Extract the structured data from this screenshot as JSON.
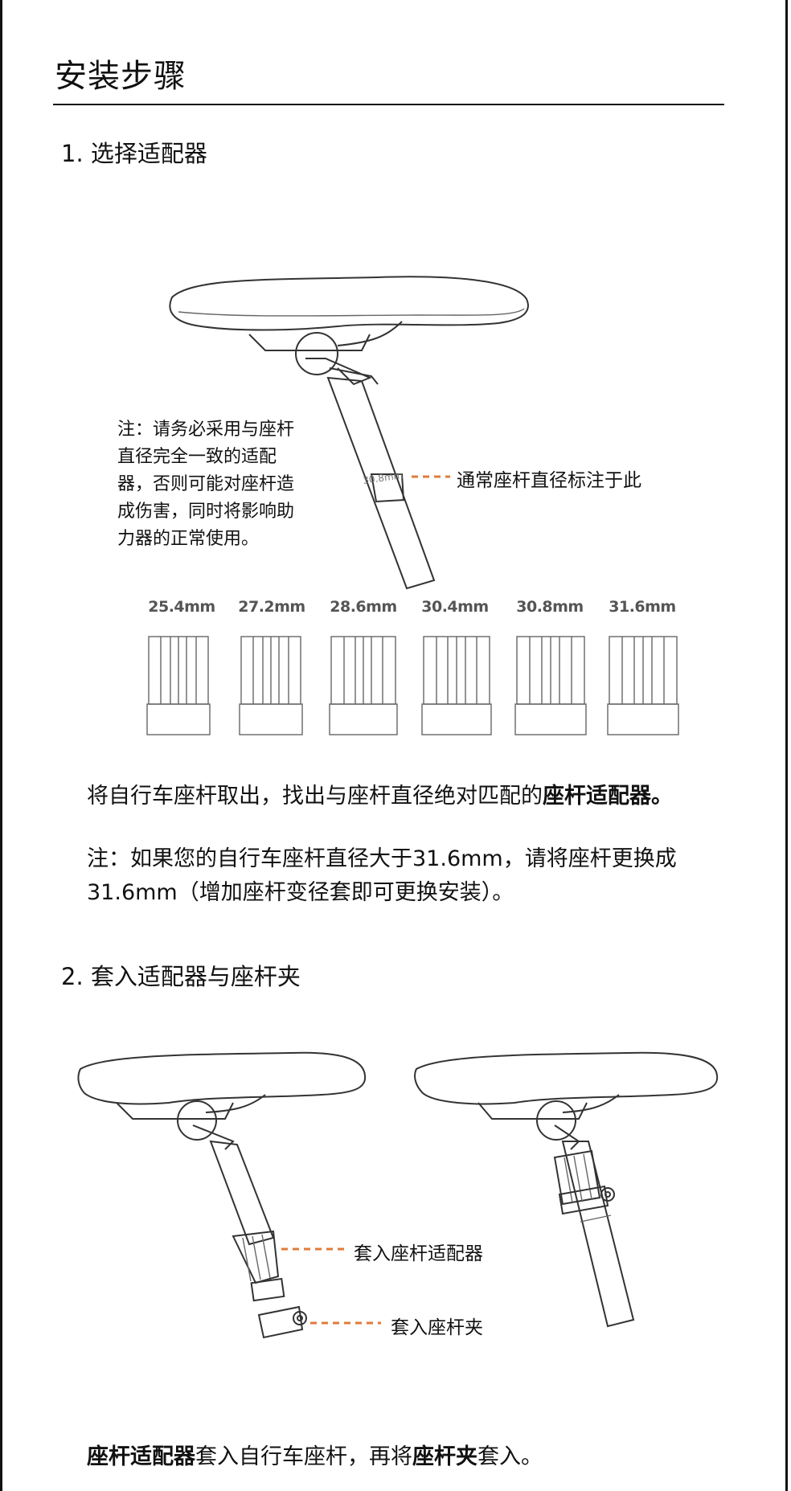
{
  "page_title": "安装步骤",
  "step1": {
    "heading": "1. 选择适配器",
    "note_lines": [
      "注：请务必采用与座杆",
      "直径完全一致的适配",
      "器，否则可能对座杆造",
      "成伤害，同时将影响助",
      "力器的正常使用。"
    ],
    "seatpost_marking": "30.8mm",
    "callout": "通常座杆直径标注于此",
    "adapter_sizes": [
      "25.4mm",
      "27.2mm",
      "28.6mm",
      "30.4mm",
      "30.8mm",
      "31.6mm"
    ],
    "instruction_plain": "将自行车座杆取出，找出与座杆直径绝对匹配的",
    "instruction_bold": "座杆适配器。",
    "note2_line1": "注：如果您的自行车座杆直径大于31.6mm，请将座杆更换成",
    "note2_line2": "31.6mm（增加座杆变径套即可更换安装）。"
  },
  "step2": {
    "heading": "2. 套入适配器与座杆夹",
    "callout_adapter": "套入座杆适配器",
    "callout_clamp": "套入座杆夹",
    "instruction_bold_1": "座杆适配器",
    "instruction_plain_1": "套入自行车座杆，再将",
    "instruction_bold_2": "座杆夹",
    "instruction_plain_2": "套入。"
  },
  "colors": {
    "accent_dash": "#e07b39",
    "text": "#111111",
    "line_art": "#333333"
  }
}
